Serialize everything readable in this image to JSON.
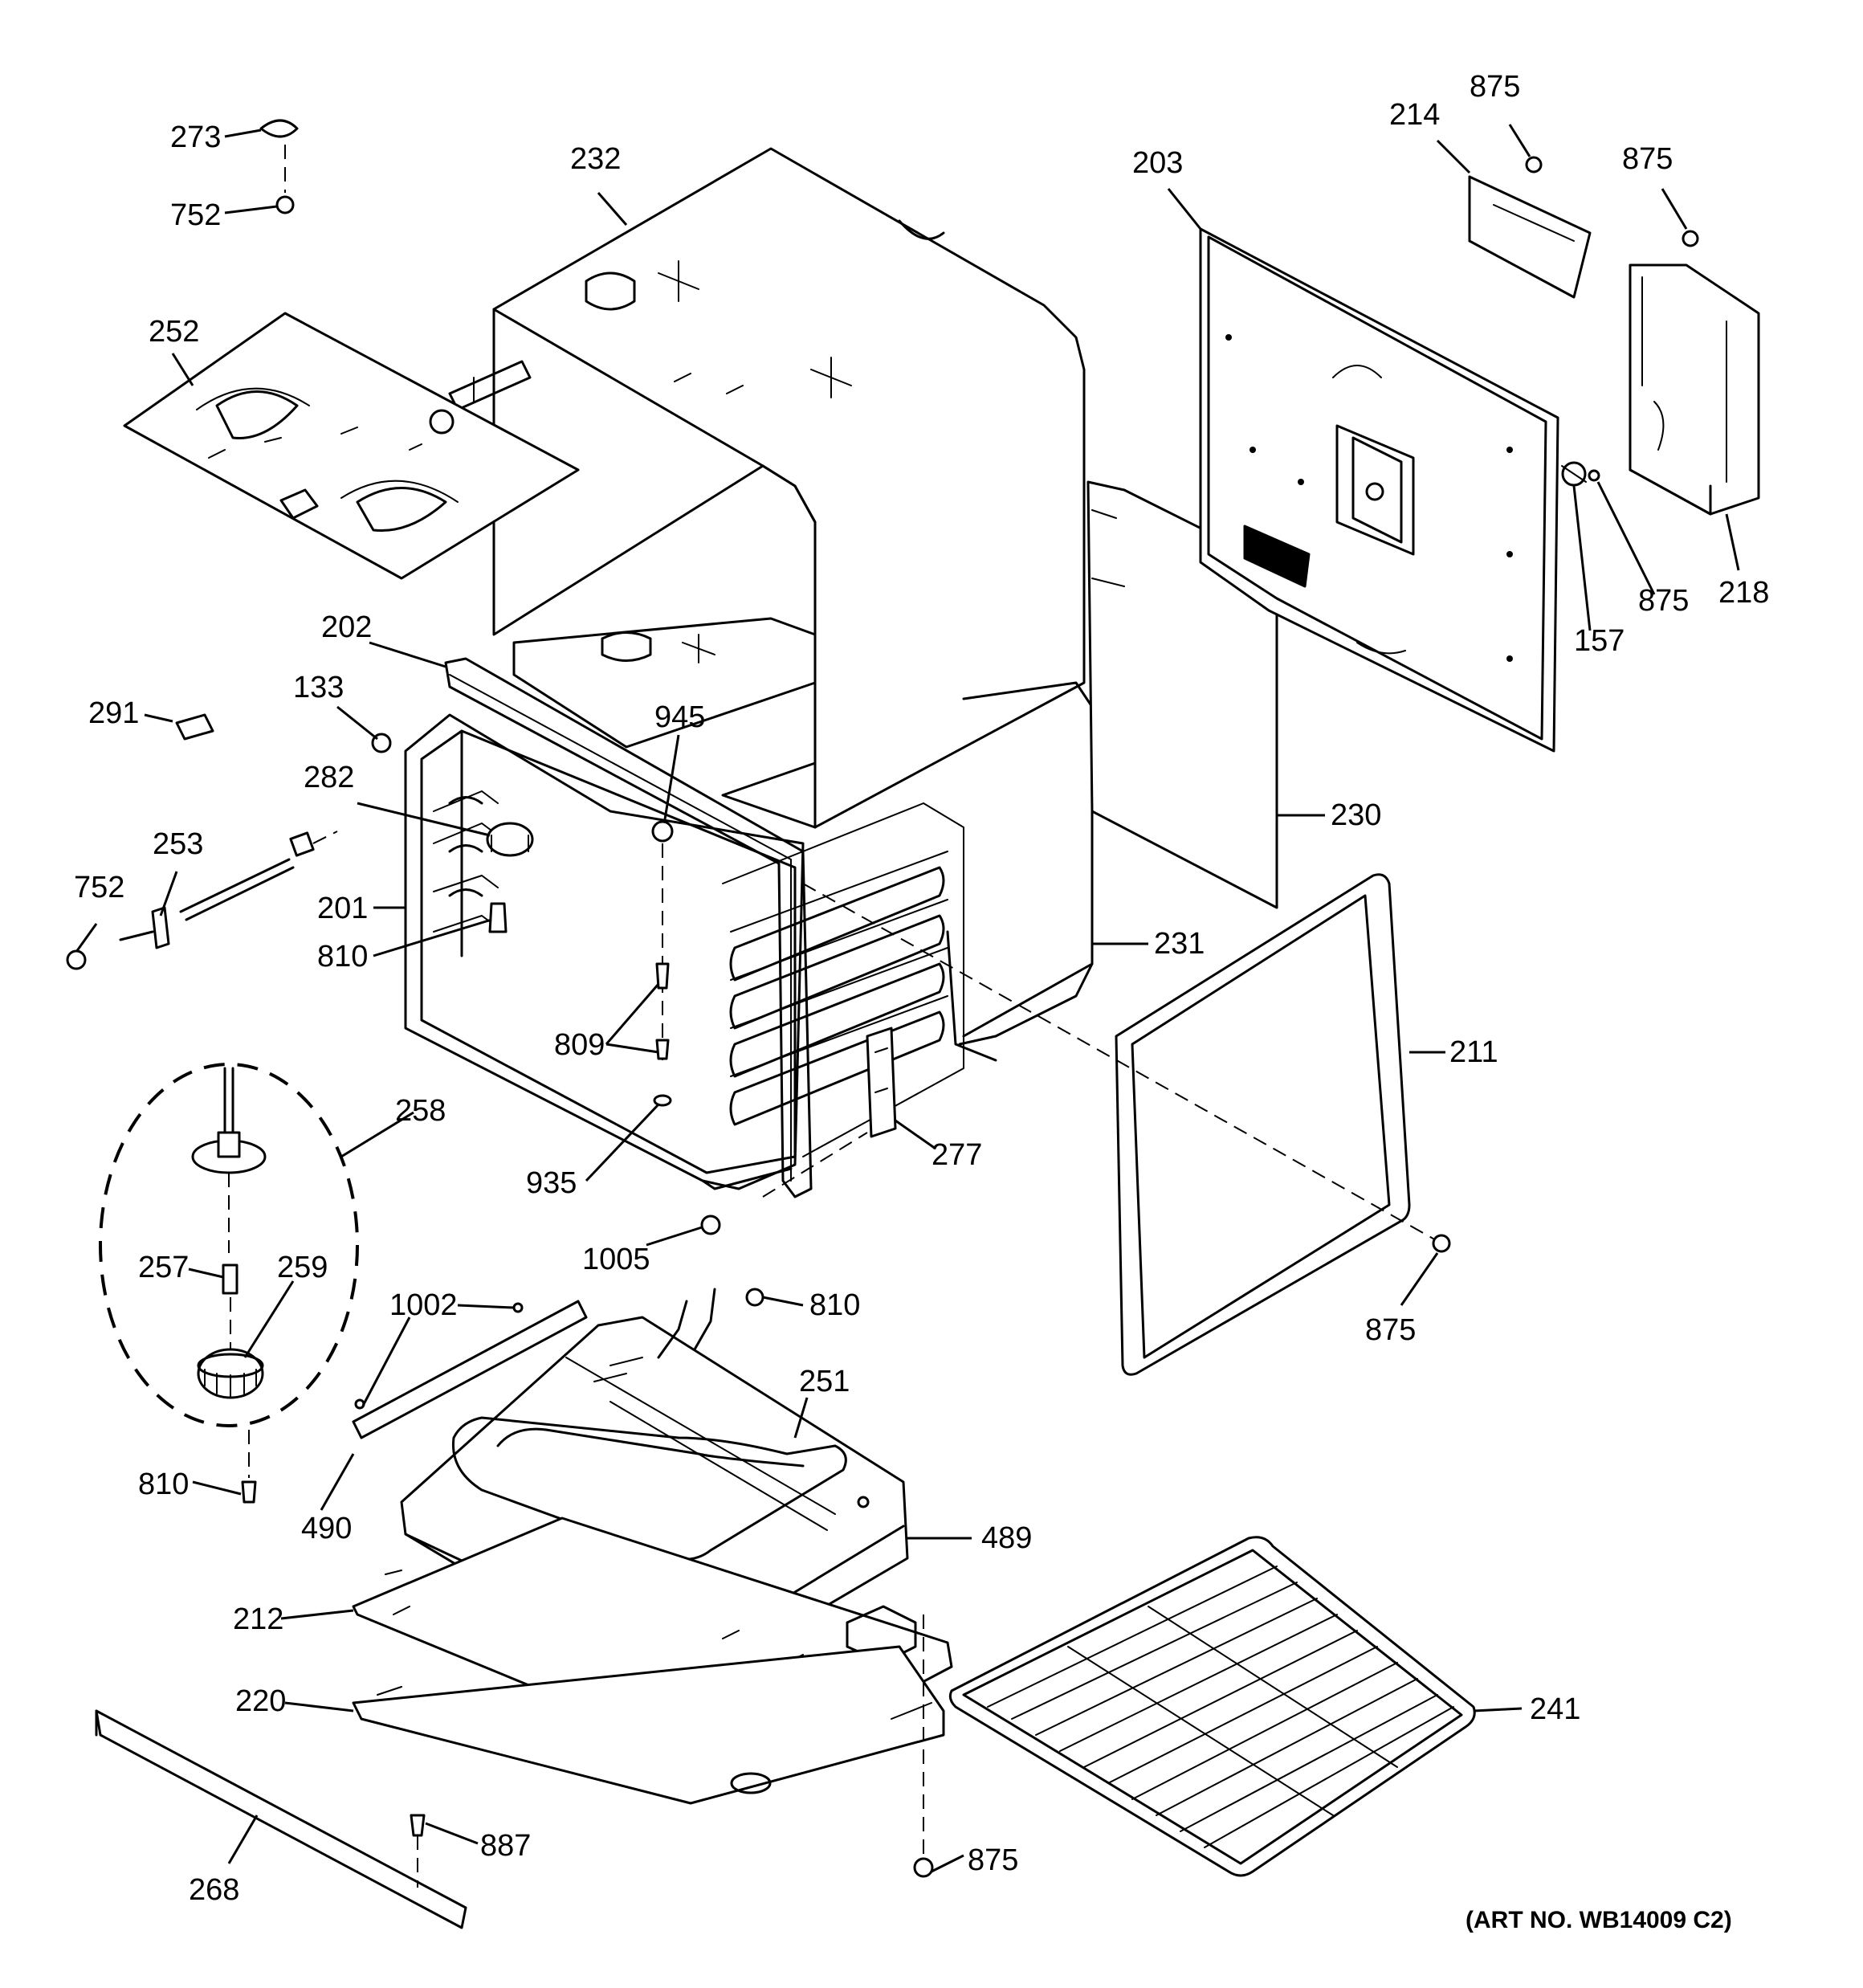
{
  "diagram": {
    "art_no": "(ART NO. WB14009 C2)",
    "callouts": {
      "p273": "273",
      "p752a": "752",
      "p232": "232",
      "p252": "252",
      "p214": "214",
      "p875a": "875",
      "p875b": "875",
      "p203": "203",
      "p875c": "875",
      "p157": "157",
      "p218": "218",
      "p202": "202",
      "p291": "291",
      "p133": "133",
      "p945": "945",
      "p282": "282",
      "p253": "253",
      "p752b": "752",
      "p201": "201",
      "p810a": "810",
      "p230": "230",
      "p231": "231",
      "p809": "809",
      "p211": "211",
      "p258": "258",
      "p277": "277",
      "p935": "935",
      "p257": "257",
      "p259": "259",
      "p1005": "1005",
      "p875d": "875",
      "p1002": "1002",
      "p810b": "810",
      "p251": "251",
      "p810c": "810",
      "p490": "490",
      "p489": "489",
      "p212": "212",
      "p220": "220",
      "p241": "241",
      "p887": "887",
      "p268": "268",
      "p875e": "875"
    }
  }
}
